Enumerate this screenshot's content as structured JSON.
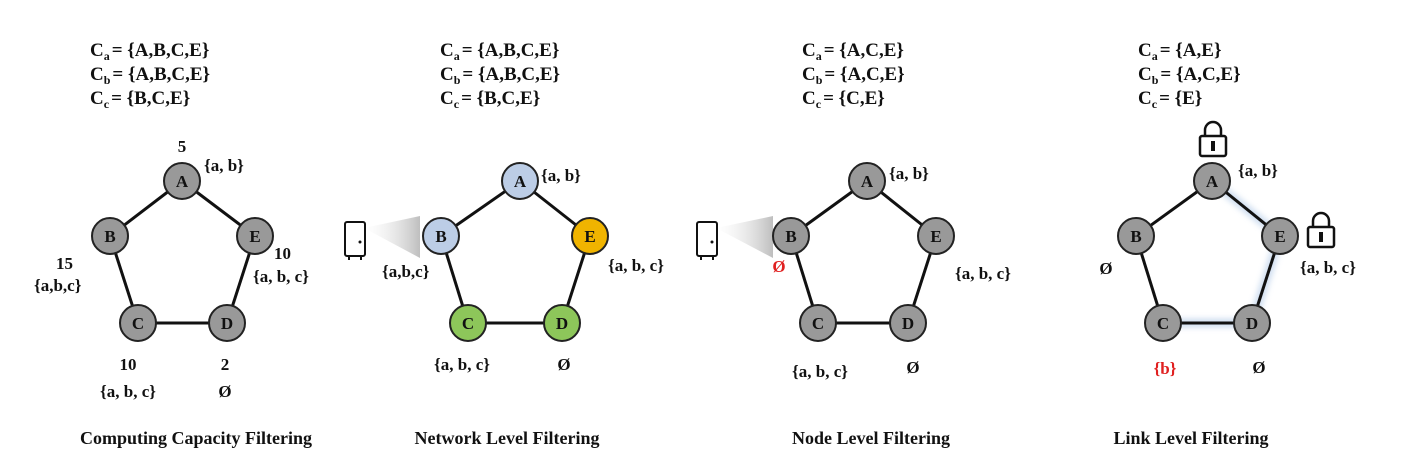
{
  "panels": [
    {
      "title": "Computing Capacity Filtering",
      "sets": [
        {
          "sub": "a",
          "value": "= {A,B,C,E}"
        },
        {
          "sub": "b",
          "value": "= {A,B,C,E}"
        },
        {
          "sub": "c",
          "value": "= {B,C,E}"
        }
      ],
      "nodes": {
        "A": "A",
        "B": "B",
        "C": "C",
        "D": "D",
        "E": "E"
      },
      "node_fill": {
        "A": "#999999",
        "B": "#999999",
        "C": "#999999",
        "D": "#999999",
        "E": "#999999"
      },
      "labels": {
        "A_cap": "5",
        "A_set": "{a, b}",
        "B_cap": "15",
        "B_set": "{a,b,c}",
        "E_cap": "10",
        "E_set": "{a, b, c}",
        "C_cap": "10",
        "C_set": "{a, b, c}",
        "D_cap": "2",
        "D_set": "Ø"
      }
    },
    {
      "title": "Network Level Filtering",
      "sets": [
        {
          "sub": "a",
          "value": "= {A,B,C,E}"
        },
        {
          "sub": "b",
          "value": "= {A,B,C,E}"
        },
        {
          "sub": "c",
          "value": "= {B,C,E}"
        }
      ],
      "nodes": {
        "A": "A",
        "B": "B",
        "C": "C",
        "D": "D",
        "E": "E"
      },
      "node_fill": {
        "A": "#bccde6",
        "B": "#bccde6",
        "C": "#8dc65a",
        "D": "#8dc65a",
        "E": "#f0b400"
      },
      "labels": {
        "A_set": "{a, b}",
        "B_set": "{a,b,c}",
        "E_set": "{a, b, c}",
        "C_set": "{a, b, c}",
        "D_set": "Ø"
      }
    },
    {
      "title": "Node Level Filtering",
      "sets": [
        {
          "sub": "a",
          "value": "= {A,C,E}"
        },
        {
          "sub": "b",
          "value": "= {A,C,E}"
        },
        {
          "sub": "c",
          "value": "= {C,E}"
        }
      ],
      "nodes": {
        "A": "A",
        "B": "B",
        "C": "C",
        "D": "D",
        "E": "E"
      },
      "node_fill": {
        "A": "#999999",
        "B": "#999999",
        "C": "#999999",
        "D": "#999999",
        "E": "#999999"
      },
      "labels": {
        "A_set": "{a, b}",
        "B_set": "Ø",
        "E_set": "{a, b, c}",
        "C_set": "{a, b, c}",
        "D_set": "Ø"
      }
    },
    {
      "title": "Link Level Filtering",
      "sets": [
        {
          "sub": "a",
          "value": "= {A,E}"
        },
        {
          "sub": "b",
          "value": "= {A,C,E}"
        },
        {
          "sub": "c",
          "value": "= {E}"
        }
      ],
      "nodes": {
        "A": "A",
        "B": "B",
        "C": "C",
        "D": "D",
        "E": "E"
      },
      "node_fill": {
        "A": "#999999",
        "B": "#999999",
        "C": "#999999",
        "D": "#999999",
        "E": "#999999"
      },
      "labels": {
        "A_set": "{a, b}",
        "B_set": "Ø",
        "E_set": "{a, b, c}",
        "C_set": "{b}",
        "D_set": "Ø"
      }
    }
  ],
  "set_prefix": "C",
  "colors": {
    "highlight_red": "#e02020",
    "edge": "#111111",
    "node_stroke": "#222222"
  },
  "icons": [
    "server-icon",
    "lock-icon"
  ]
}
